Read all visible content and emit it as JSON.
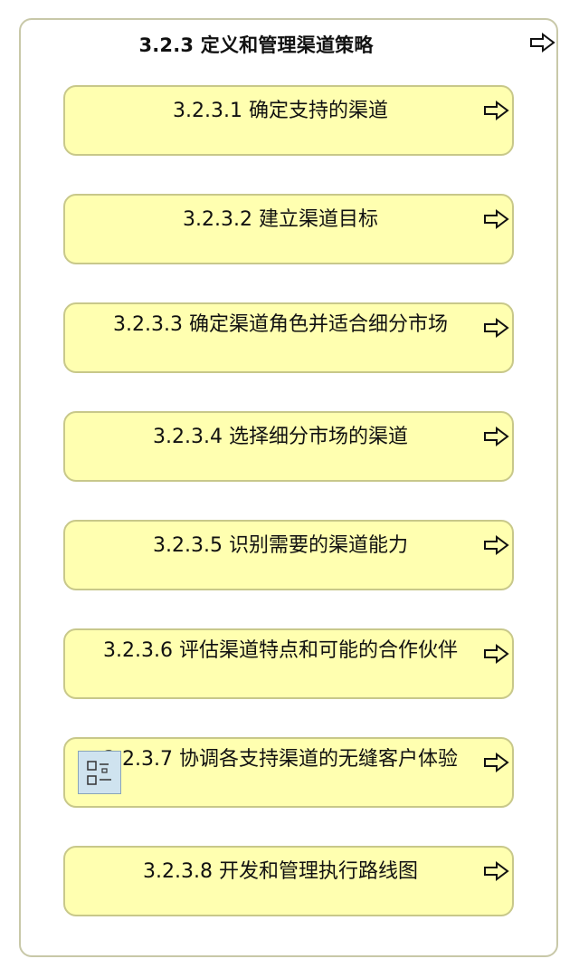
{
  "title": "3.2.3 定义和管理渠道策略",
  "items": [
    {
      "label": "3.2.3.1 确定支持的渠道"
    },
    {
      "label": "3.2.3.2 建立渠道目标"
    },
    {
      "label": "3.2.3.3 确定渠道角色并适合细分市场"
    },
    {
      "label": "3.2.3.4 选择细分市场的渠道"
    },
    {
      "label": "3.2.3.5 识别需要的渠道能力"
    },
    {
      "label": "3.2.3.6 评估渠道特点和可能的合作伙伴"
    },
    {
      "label": "3.2.3.7 协调各支持渠道的无缝客户体验"
    },
    {
      "label": "3.2.3.8 开发和管理执行路线图"
    }
  ],
  "icons": {
    "arrow": "arrow-right-icon",
    "document": "document-list-icon"
  },
  "colors": {
    "box_fill": "#ffffb0",
    "box_border": "#c8c88a",
    "container_border": "#c8c8a8",
    "icon_fill": "#cfe3ef"
  }
}
